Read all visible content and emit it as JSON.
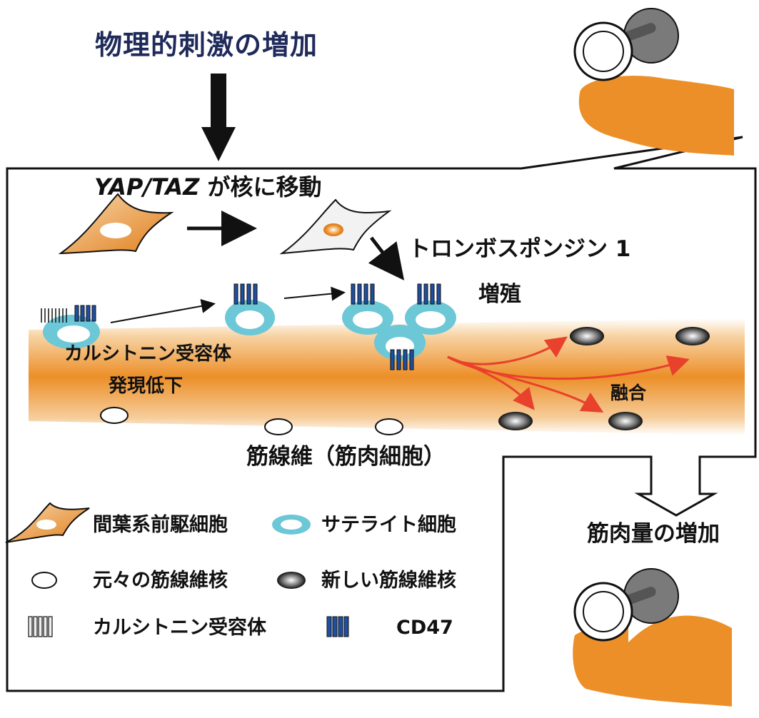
{
  "title": "物理的刺激の増加",
  "labels": {
    "yap_taz_prefix": "YAP/TAZ",
    "yap_taz_suffix": " が核に移動",
    "thrombospondin": "トロンボスポンジン 1",
    "proliferation": "増殖",
    "calcitonin_receptor_down_line1": "カルシトニン受容体",
    "calcitonin_receptor_down_line2": "発現低下",
    "fusion": "融合",
    "muscle_fiber": "筋線維（筋肉細胞）",
    "muscle_mass_increase": "筋肉量の増加"
  },
  "legend": {
    "items": [
      {
        "icon": "mesenchymal-progenitor-cell-icon",
        "label": "間葉系前駆細胞"
      },
      {
        "icon": "satellite-cell-icon",
        "label": "サテライト細胞"
      },
      {
        "icon": "original-myonucleus-icon",
        "label": "元々の筋線維核"
      },
      {
        "icon": "new-myonucleus-icon",
        "label": "新しい筋線維核"
      },
      {
        "icon": "calcitonin-receptor-icon",
        "label": "カルシトニン受容体"
      },
      {
        "icon": "cd47-icon",
        "label": "CD47"
      }
    ]
  },
  "colors": {
    "title": "#1f2a5a",
    "muscle_orange": "#ec8f28",
    "satellite_cyan": "#6cc7d6",
    "cd47_blue": "#1e4fa0",
    "fusion_arrow_red": "#e8412c",
    "dumbbell_gray": "#7a7a7a"
  }
}
